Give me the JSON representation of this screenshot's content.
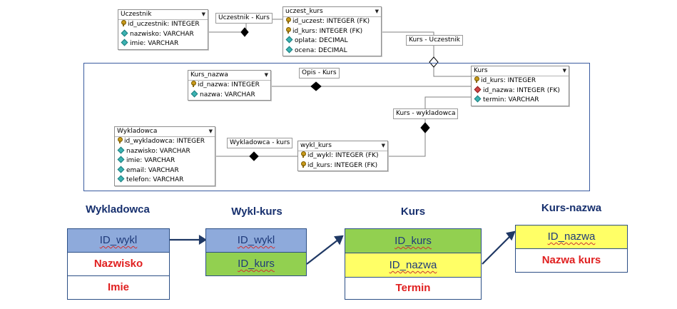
{
  "er_diagram": {
    "tables": {
      "uczestnik": {
        "name": "Uczestnik",
        "columns": [
          "id_uczestnik: INTEGER",
          "nazwisko: VARCHAR",
          "imie: VARCHAR"
        ]
      },
      "uczest_kurs": {
        "name": "uczest_kurs",
        "columns": [
          "id_uczest: INTEGER (FK)",
          "id_kurs: INTEGER (FK)",
          "oplata: DECIMAL",
          "ocena: DECIMAL"
        ]
      },
      "kurs_nazwa": {
        "name": "Kurs_nazwa",
        "columns": [
          "id_nazwa: INTEGER",
          "nazwa: VARCHAR"
        ]
      },
      "kurs": {
        "name": "Kurs",
        "columns": [
          "id_kurs: INTEGER",
          "id_nazwa: INTEGER (FK)",
          "termin: VARCHAR"
        ]
      },
      "wykladowca": {
        "name": "Wykladowca",
        "columns": [
          "id_wykladowca: INTEGER",
          "nazwisko: VARCHAR",
          "imie: VARCHAR",
          "email: VARCHAR",
          "telefon: VARCHAR"
        ]
      },
      "wykl_kurs": {
        "name": "wykl_kurs",
        "columns": [
          "id_wykl: INTEGER (FK)",
          "id_kurs: INTEGER (FK)"
        ]
      }
    },
    "relations": {
      "uczestnik_kurs": "Uczestnik - Kurs",
      "kurs_uczestnik": "Kurs - Uczestnik",
      "opis_kurs": "Opis - Kurs",
      "kurs_wykladowca": "Kurs - wykladowca",
      "wykladowca_kurs": "Wykladowca - kurs"
    }
  },
  "schema_boxes": {
    "wykladowca": {
      "title": "Wykladowca",
      "fields": [
        "ID_wykl",
        "Nazwisko",
        "Imie"
      ]
    },
    "wykl_kurs": {
      "title": "Wykl-kurs",
      "fields": [
        "ID_wykl",
        "ID_kurs"
      ]
    },
    "kurs": {
      "title": "Kurs",
      "fields": [
        "ID_kurs",
        "ID_nazwa",
        "Termin"
      ]
    },
    "kurs_nazwa": {
      "title": "Kurs-nazwa",
      "fields": [
        "ID_nazwa",
        "Nazwa kurs"
      ]
    }
  },
  "colors": {
    "blue_cell": "#8eaadb",
    "green_cell": "#92d050",
    "yellow_cell": "#ffff66",
    "red_text": "#e02020",
    "title_text": "#17306e",
    "frame": "#3a5ba0"
  }
}
